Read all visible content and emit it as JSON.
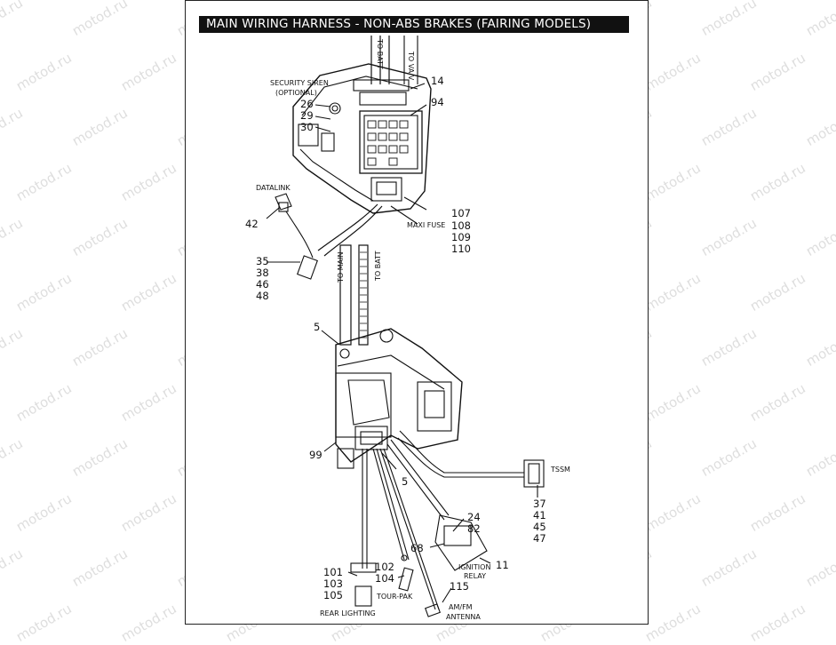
{
  "title": "MAIN WIRING  HARNESS - NON-ABS BRAKES (FAIRING MODELS)",
  "watermark_text": "motod.ru",
  "colors": {
    "line": "#111111",
    "watermark": "#a0a0a0",
    "title_bg": "#111111"
  },
  "labels": {
    "to_va": "TO VA V",
    "to_batt_top": "TO BATT",
    "security_siren_1": "SECURITY SIREN",
    "security_siren_2": "(OPTIONAL)",
    "datalink": "DATALINK",
    "maxi_fuse": "MAXI FUSE",
    "to_main": "TO MAIN",
    "to_batt_bottom": "TO BATT",
    "tssm": "TSSM",
    "ignition_relay_1": "IGNITION",
    "ignition_relay_2": "RELAY",
    "tour_pak": "TOUR-PAK",
    "rear_lighting": "REAR LIGHTING",
    "am_fm_1": "AM/FM",
    "am_fm_2": "ANTENNA"
  },
  "callouts": {
    "n14": "14",
    "n94": "94",
    "n26": "26",
    "n29": "29",
    "n30": "30",
    "n42": "42",
    "n107": "107",
    "n108": "108",
    "n109": "109",
    "n110": "110",
    "n35": "35",
    "n38": "38",
    "n46": "46",
    "n48": "48",
    "n5a": "5",
    "n99": "99",
    "n5b": "5",
    "n37": "37",
    "n41": "41",
    "n45": "45",
    "n47": "47",
    "n24": "24",
    "n82": "82",
    "n68": "68",
    "n11": "11",
    "n101": "101",
    "n103": "103",
    "n105": "105",
    "n102": "102",
    "n104": "104",
    "n115": "115"
  }
}
